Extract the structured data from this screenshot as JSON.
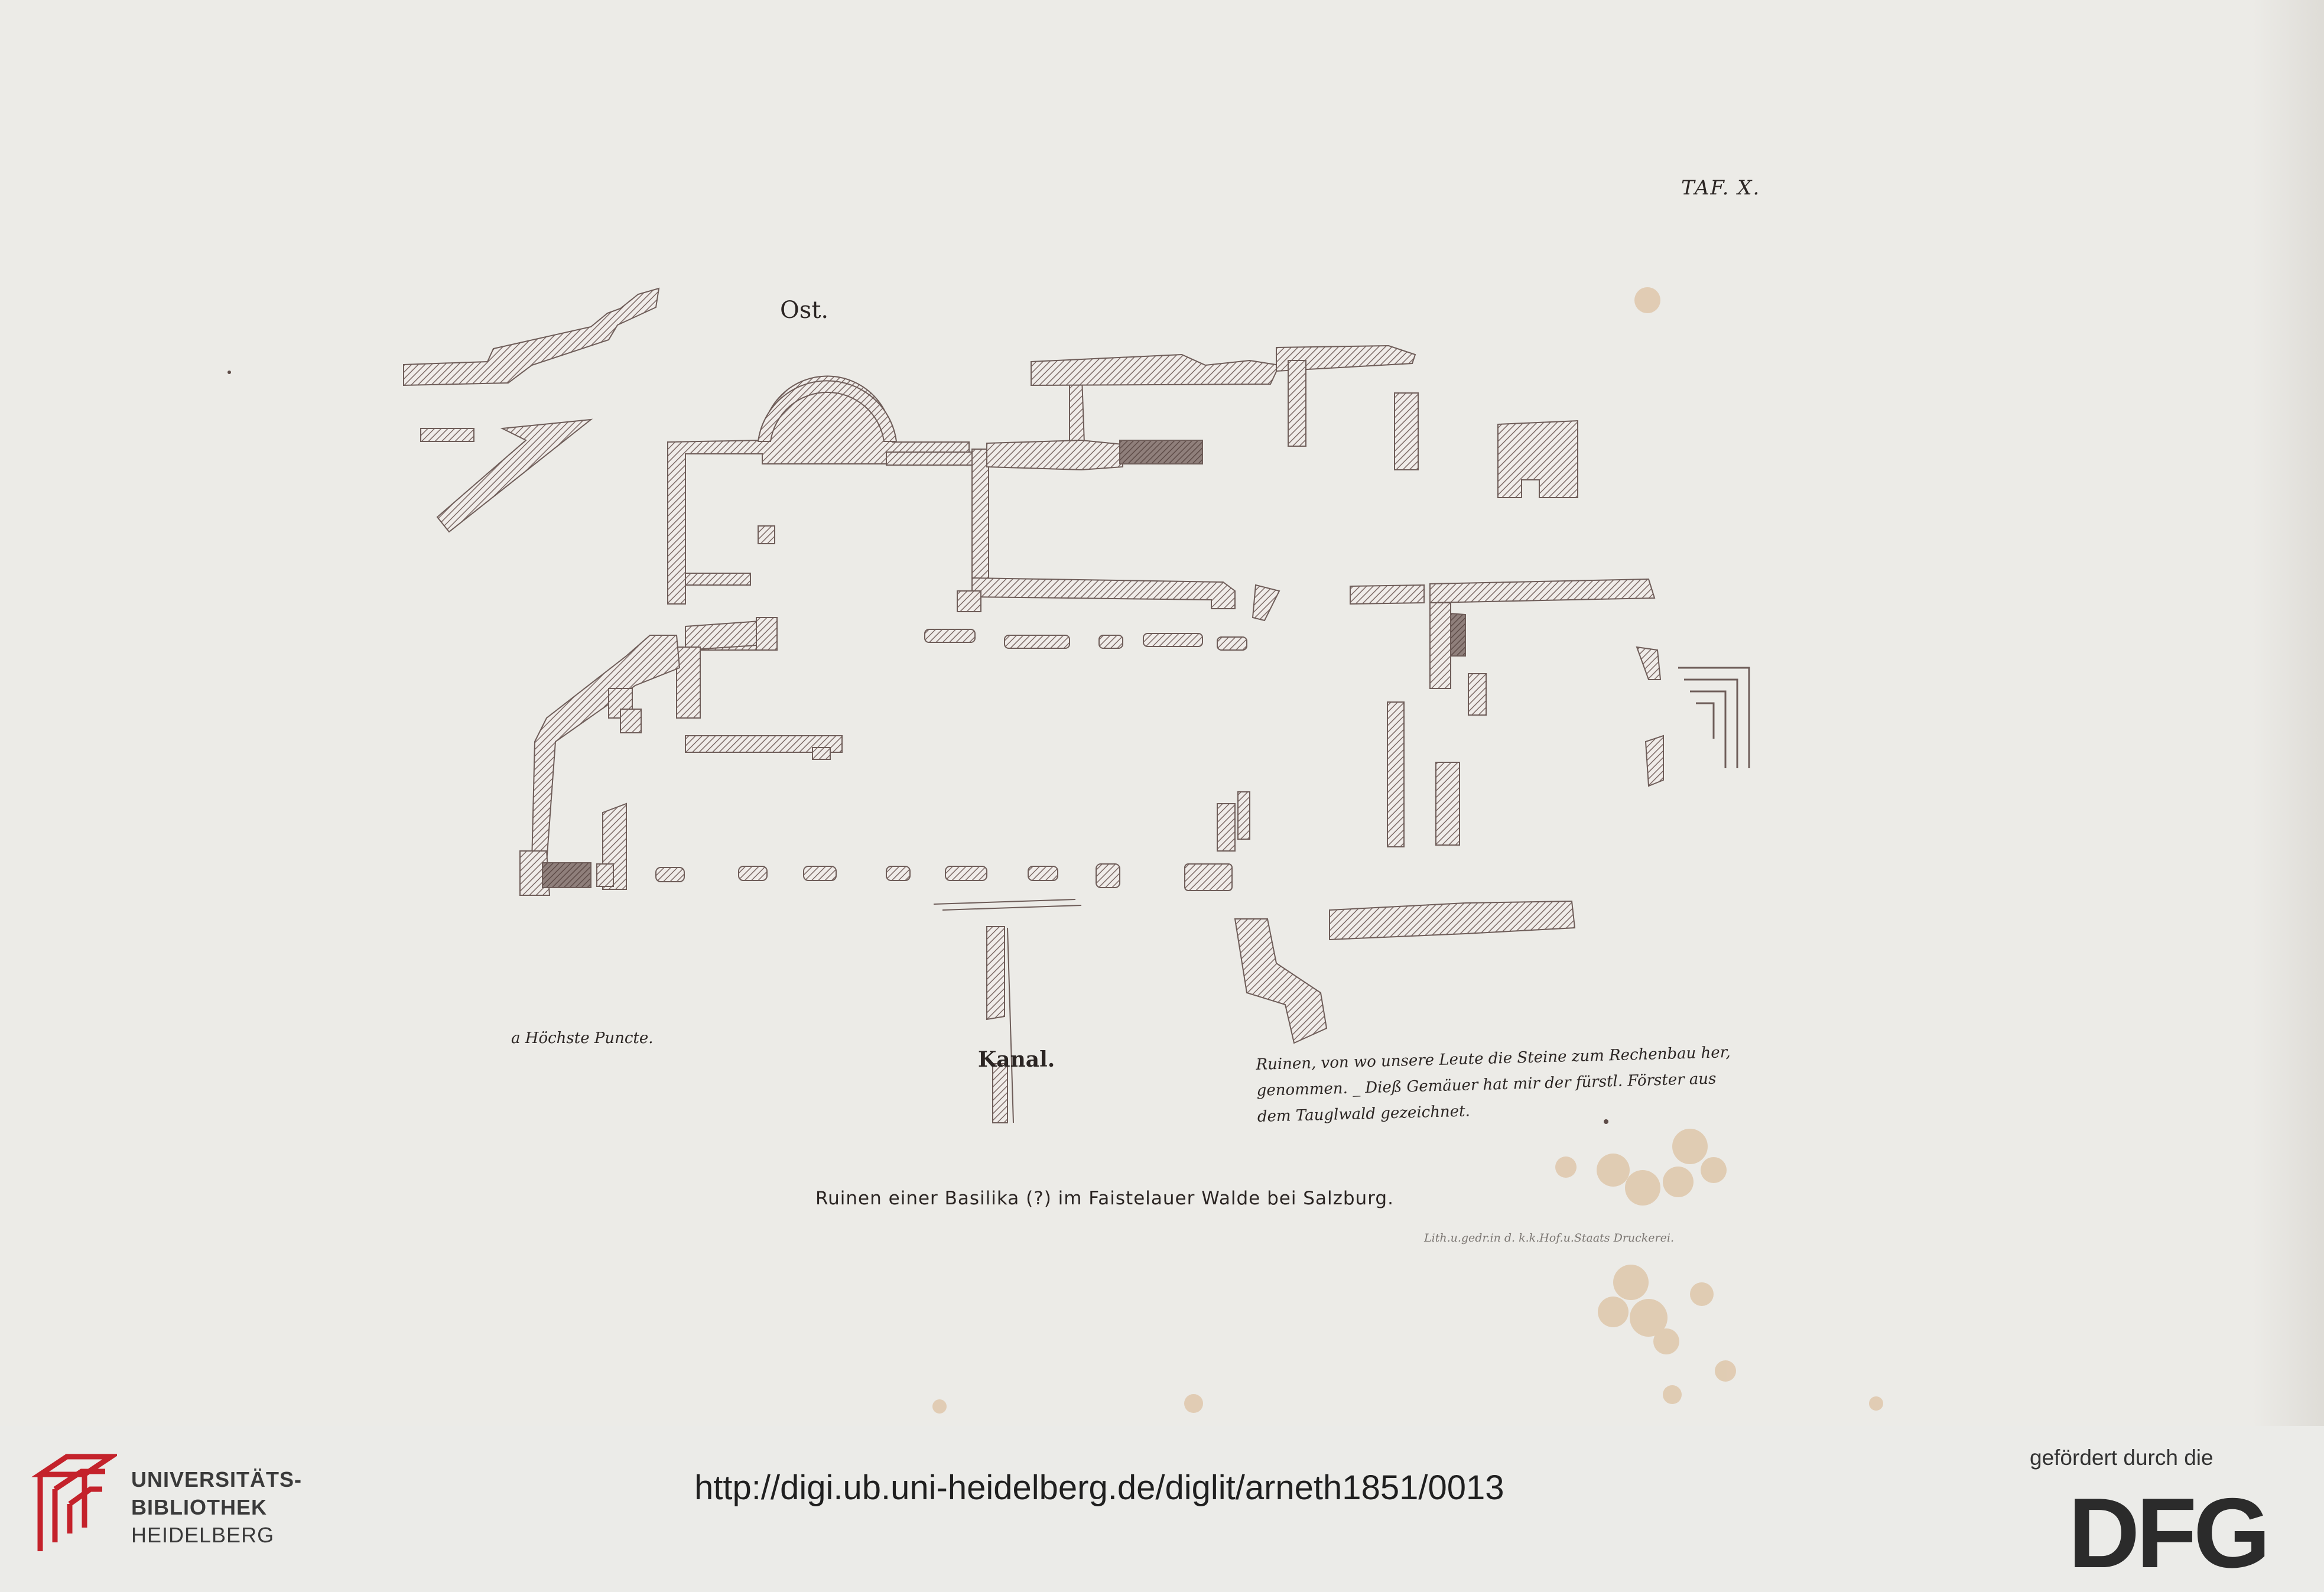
{
  "plate": {
    "number": "TAF. X."
  },
  "plan": {
    "orientation_label": "Ost.",
    "legend_a": "a Höchste Puncte.",
    "channel_label": "Kanal.",
    "note_lines": [
      "Ruinen, von wo unsere Leute die Steine zum Rechenbau her,",
      "genommen. _ Dieß Gemäuer hat mir der fürstl. Förster aus",
      "dem Tauglwald gezeichnet."
    ]
  },
  "caption": "Ruinen einer Basilika (?) im Faistelauer Walde bei Salzburg.",
  "printer_line": "Lith.u.gedr.in d. k.k.Hof.u.Staats Druckerei.",
  "footer": {
    "institution_lines": [
      "UNIVERSITÄTS-",
      "BIBLIOTHEK",
      "HEIDELBERG"
    ],
    "url": "http://digi.ub.uni-heidelberg.de/diglit/arneth1851/0013",
    "funding_text": "gefördert durch die",
    "funder_logo_text": "DFG"
  },
  "colors": {
    "paper": "#ecebe7",
    "wall_hatch": "#7c6a66",
    "ink": "#2b2523",
    "logo_red": "#c4222b"
  }
}
